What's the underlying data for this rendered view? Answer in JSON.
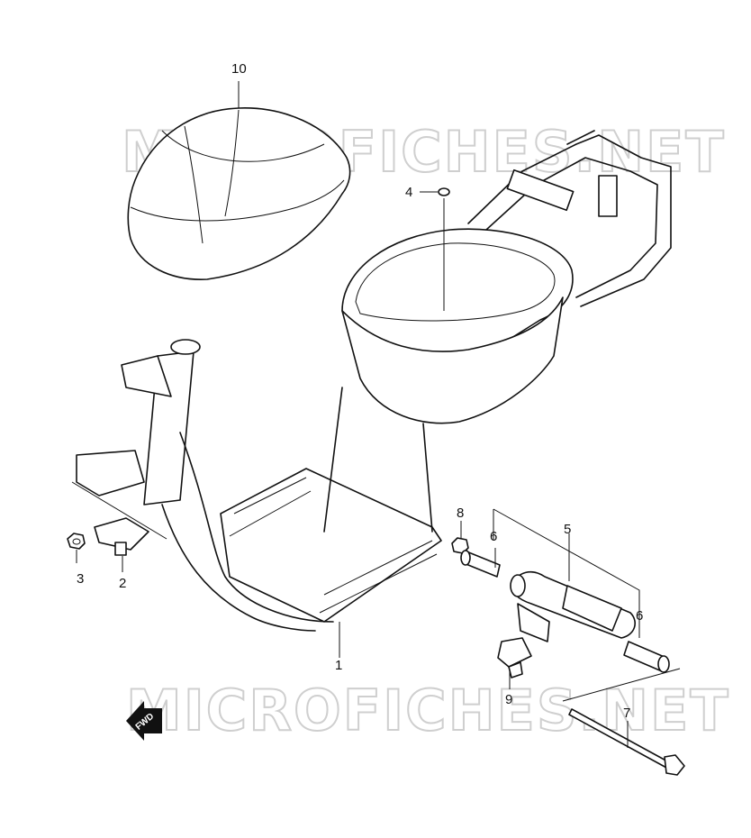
{
  "watermark": {
    "text_top": "MICROFICHES.NET",
    "text_bottom": "MICROFICHES.NET"
  },
  "direction_badge": {
    "text": "FWD",
    "icon": "fwd-arrow-icon"
  },
  "callouts": [
    {
      "id": "1",
      "label": "1"
    },
    {
      "id": "2",
      "label": "2"
    },
    {
      "id": "3",
      "label": "3"
    },
    {
      "id": "4",
      "label": "4"
    },
    {
      "id": "5",
      "label": "5"
    },
    {
      "id": "6a",
      "label": "6"
    },
    {
      "id": "6b",
      "label": "6"
    },
    {
      "id": "7",
      "label": "7"
    },
    {
      "id": "8",
      "label": "8"
    },
    {
      "id": "9",
      "label": "9"
    },
    {
      "id": "10",
      "label": "10"
    }
  ]
}
